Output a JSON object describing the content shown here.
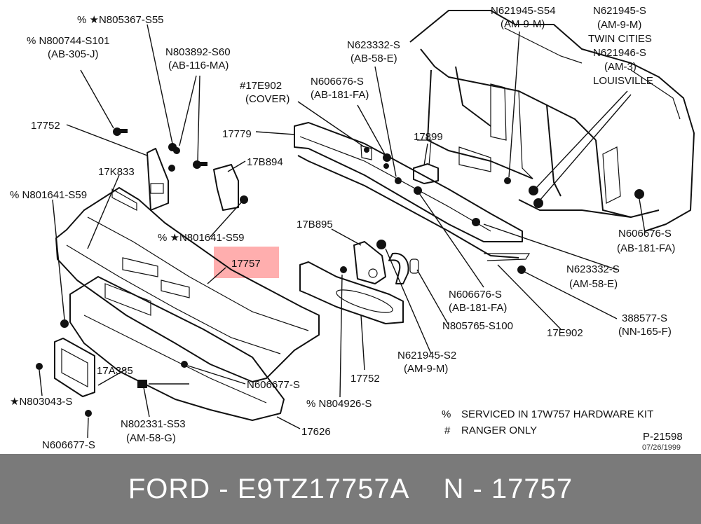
{
  "diagram": {
    "callouts": [
      {
        "id": "c1",
        "lines": [
          "% ★N805367-S55"
        ]
      },
      {
        "id": "c2",
        "lines": [
          "% N800744-S101",
          "(AB-305-J)"
        ]
      },
      {
        "id": "c3",
        "lines": [
          "N803892-S60",
          "(AB-116-MA)"
        ]
      },
      {
        "id": "c4",
        "lines": [
          "17752"
        ]
      },
      {
        "id": "c5",
        "lines": [
          "#17E902",
          "(COVER)"
        ]
      },
      {
        "id": "c6",
        "lines": [
          "N623332-S",
          "(AB-58-E)"
        ]
      },
      {
        "id": "c7",
        "lines": [
          "N606676-S",
          "(AB-181-FA)"
        ]
      },
      {
        "id": "c8",
        "lines": [
          "N621945-S54",
          "(AM-9-M)"
        ]
      },
      {
        "id": "c9",
        "lines": [
          "N621945-S",
          "(AM-9-M)",
          "TWIN CITIES",
          "N621946-S",
          "(AM-3)",
          "LOUISVILLE"
        ]
      },
      {
        "id": "c10",
        "lines": [
          "17779"
        ]
      },
      {
        "id": "c11",
        "lines": [
          "17899"
        ]
      },
      {
        "id": "c12",
        "lines": [
          "17K833"
        ]
      },
      {
        "id": "c13",
        "lines": [
          "17B894"
        ]
      },
      {
        "id": "c14",
        "lines": [
          "% N801641-S59"
        ]
      },
      {
        "id": "c15",
        "lines": [
          "% ★N801641-S59"
        ]
      },
      {
        "id": "c16",
        "lines": [
          "17B895"
        ]
      },
      {
        "id": "c17",
        "lines": [
          "17757"
        ]
      },
      {
        "id": "c18",
        "lines": [
          "N606676-S",
          "(AB-181-FA)"
        ]
      },
      {
        "id": "c19",
        "lines": [
          "N623332-S",
          "(AM-58-E)"
        ]
      },
      {
        "id": "c20",
        "lines": [
          "N606676-S",
          "(AB-181-FA)"
        ]
      },
      {
        "id": "c21",
        "lines": [
          "N805765-S100"
        ]
      },
      {
        "id": "c22",
        "lines": [
          "17E902"
        ]
      },
      {
        "id": "c23",
        "lines": [
          "388577-S",
          "(NN-165-F)"
        ]
      },
      {
        "id": "c24",
        "lines": [
          "N621945-S2",
          "(AM-9-M)"
        ]
      },
      {
        "id": "c25",
        "lines": [
          "17752"
        ]
      },
      {
        "id": "c26",
        "lines": [
          "17A385"
        ]
      },
      {
        "id": "c27",
        "lines": [
          "N606677-S"
        ]
      },
      {
        "id": "c28",
        "lines": [
          "★N803043-S"
        ]
      },
      {
        "id": "c29",
        "lines": [
          "N802331-S53",
          "(AM-58-G)"
        ]
      },
      {
        "id": "c30",
        "lines": [
          "% N804926-S"
        ]
      },
      {
        "id": "c31",
        "lines": [
          "17626"
        ]
      },
      {
        "id": "c32",
        "lines": [
          "N606677-S"
        ]
      }
    ],
    "notes": [
      {
        "symbol": "%",
        "text": "SERVICED IN 17W757 HARDWARE KIT"
      },
      {
        "symbol": "#",
        "text": "RANGER ONLY"
      }
    ],
    "figure_id": "P-21598",
    "figure_date": "07/26/1999",
    "highlight_color": "#ff9a9a"
  },
  "footer": {
    "brand": "FORD",
    "part_number": "E9TZ17757A",
    "ref_prefix": "N",
    "ref_number": "17757",
    "separator": "-",
    "background": "#7a7a7a"
  }
}
